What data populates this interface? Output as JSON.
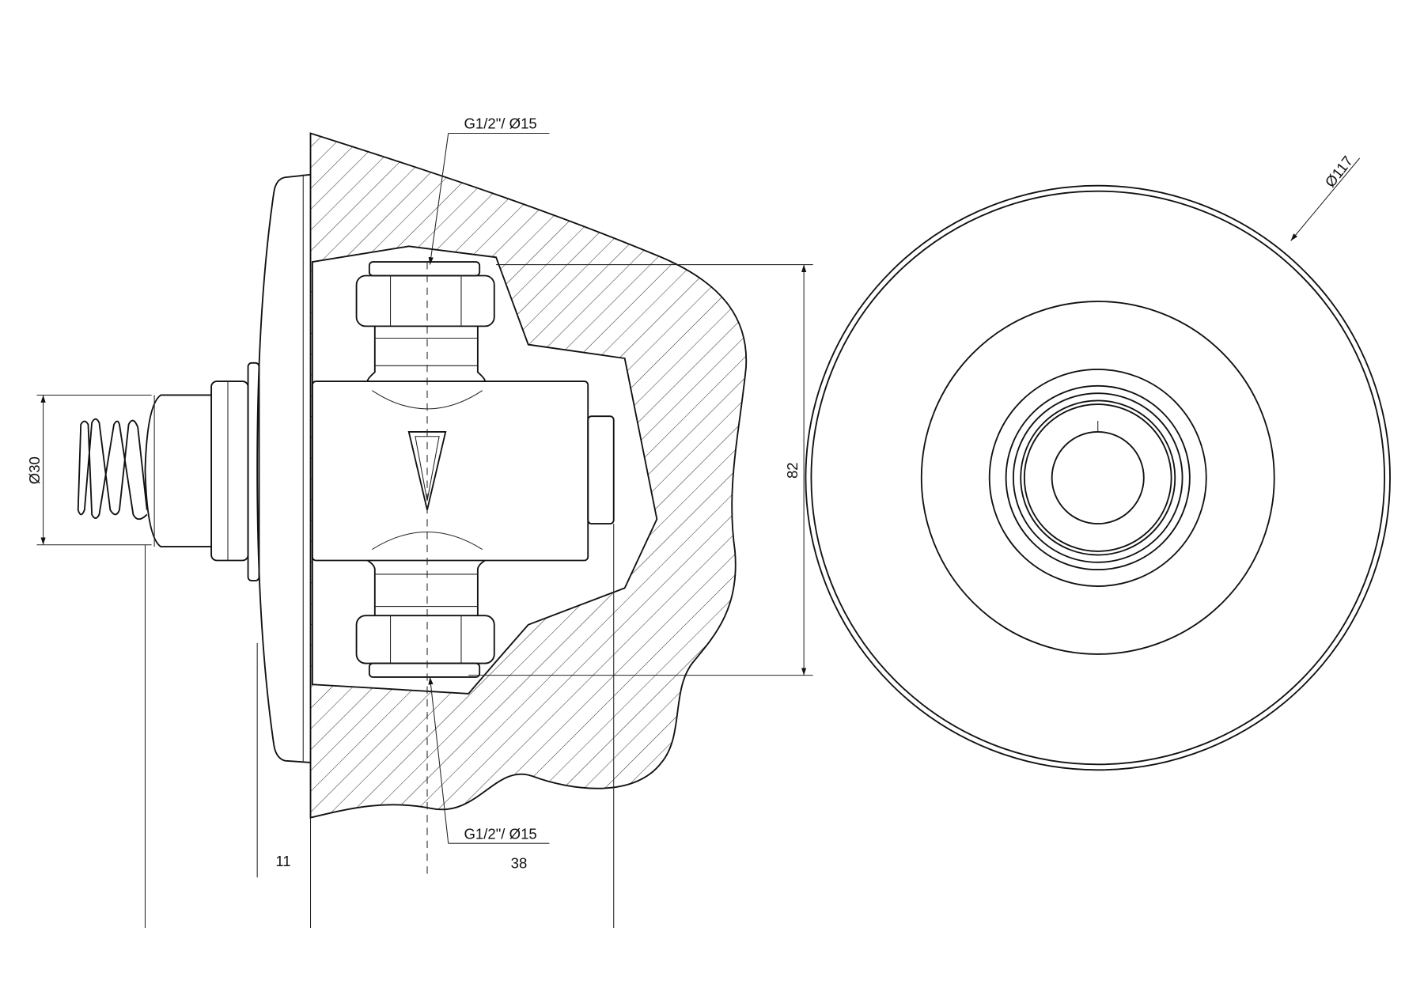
{
  "drawing": {
    "labels": {
      "thread_top": "G1/2\"/ Ø15",
      "thread_bottom": "G1/2\"/ Ø15",
      "diameter_outer": "Ø117",
      "height": "82",
      "diameter_button": "Ø30",
      "depth_flange": "11",
      "depth_body": "38"
    },
    "colors": {
      "line": "#111111",
      "background": "#ffffff"
    }
  }
}
